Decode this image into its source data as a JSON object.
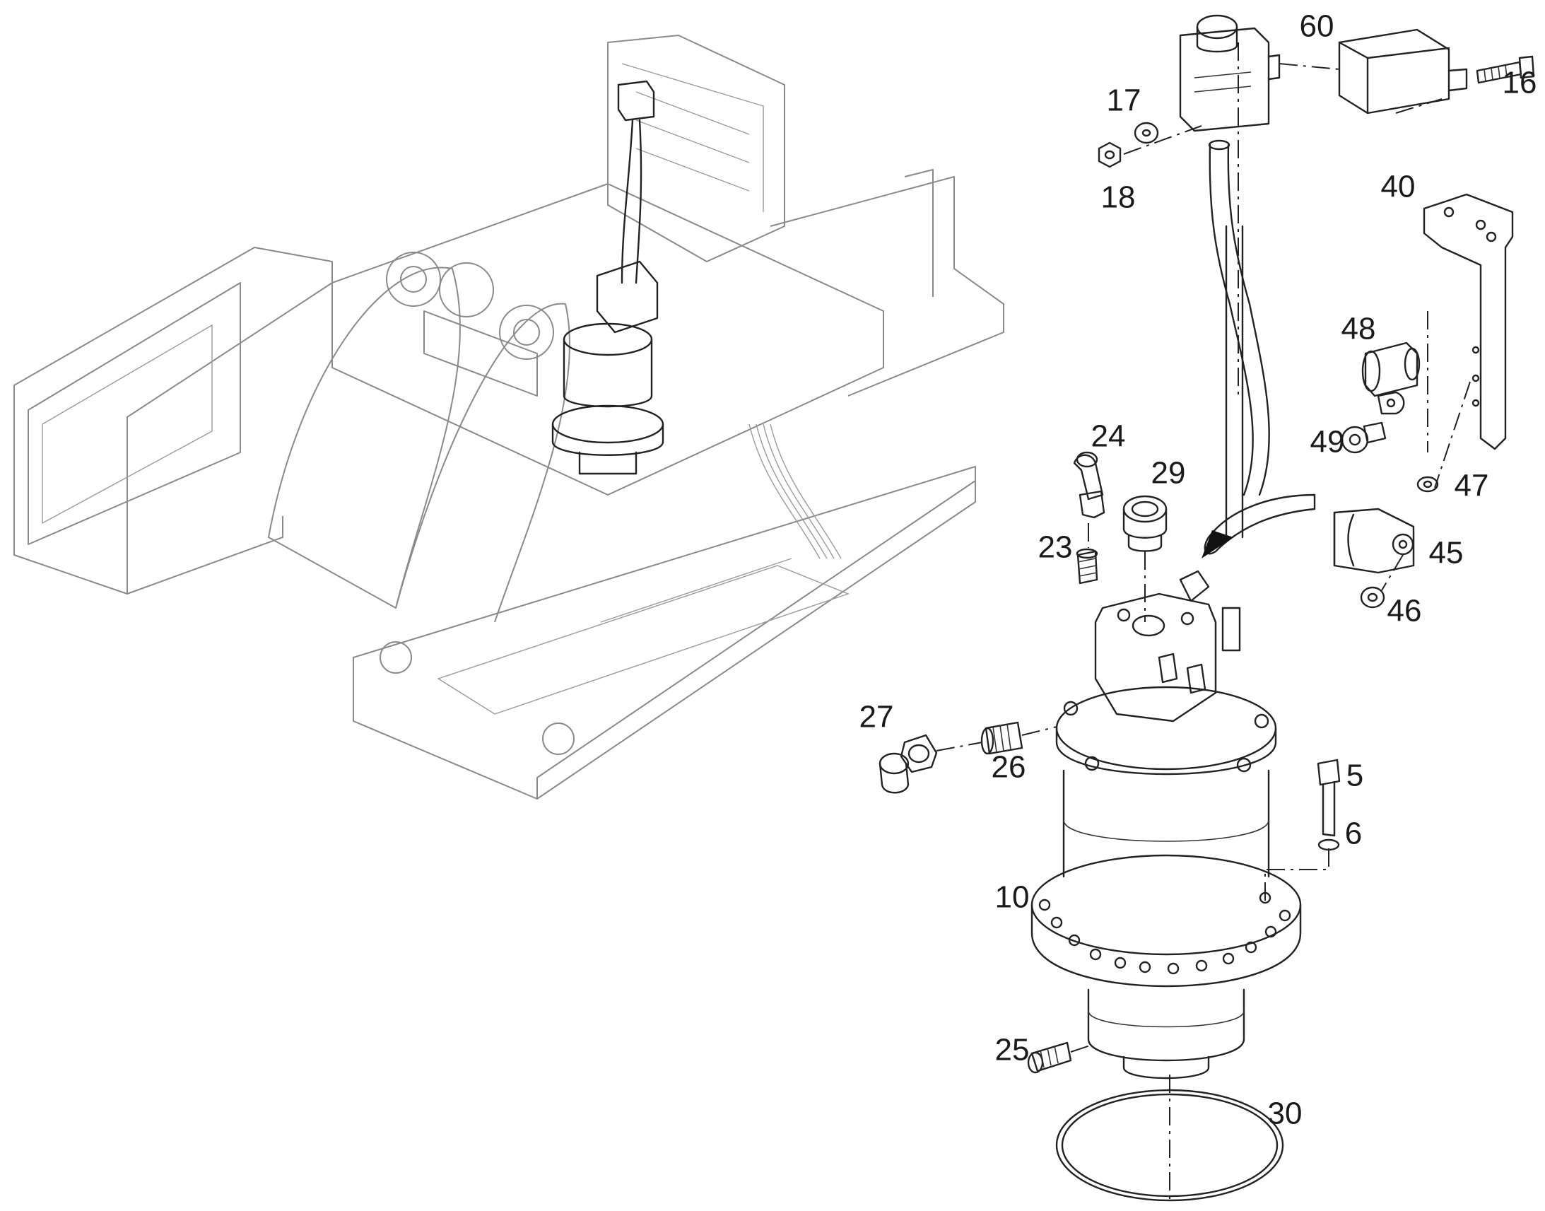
{
  "labels": [
    {
      "id": "60",
      "text": "60"
    },
    {
      "id": "16",
      "text": "16"
    },
    {
      "id": "17",
      "text": "17"
    },
    {
      "id": "18",
      "text": "18"
    },
    {
      "id": "40",
      "text": "40"
    },
    {
      "id": "48",
      "text": "48"
    },
    {
      "id": "49",
      "text": "49"
    },
    {
      "id": "47",
      "text": "47"
    },
    {
      "id": "45",
      "text": "45"
    },
    {
      "id": "46",
      "text": "46"
    },
    {
      "id": "24",
      "text": "24"
    },
    {
      "id": "29",
      "text": "29"
    },
    {
      "id": "23",
      "text": "23"
    },
    {
      "id": "27",
      "text": "27"
    },
    {
      "id": "26",
      "text": "26"
    },
    {
      "id": "5",
      "text": "5"
    },
    {
      "id": "6",
      "text": "6"
    },
    {
      "id": "10",
      "text": "10"
    },
    {
      "id": "25",
      "text": "25"
    },
    {
      "id": "30",
      "text": "30"
    }
  ]
}
